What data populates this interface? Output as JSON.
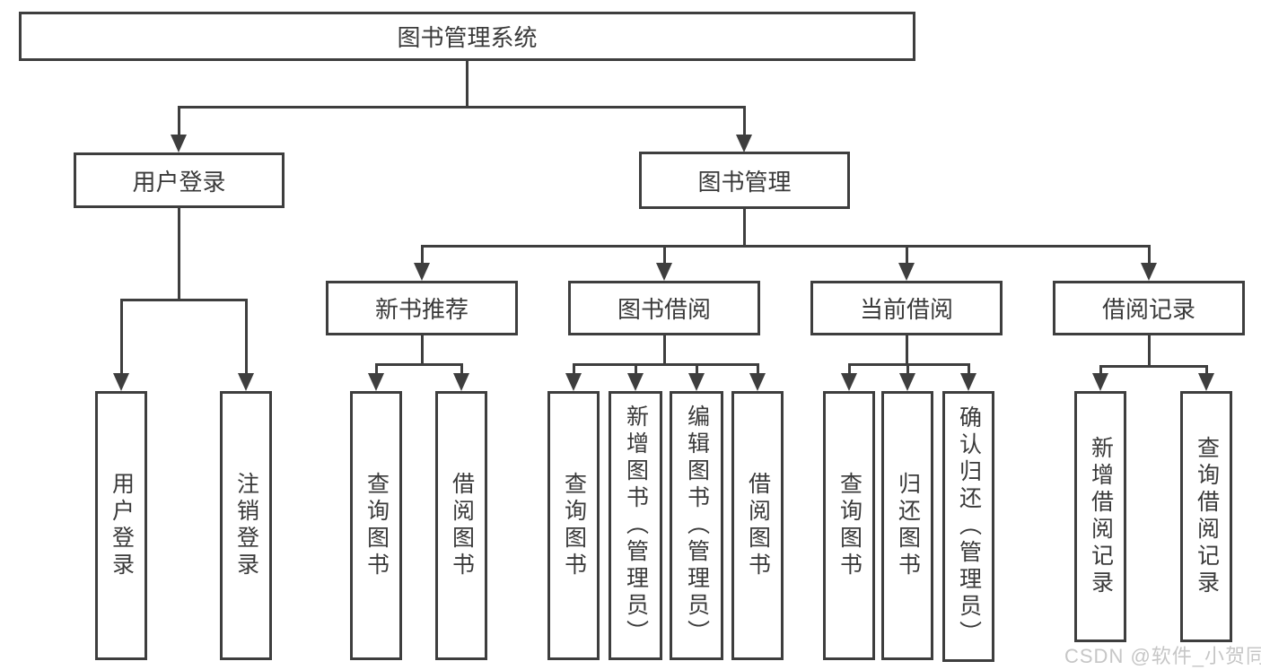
{
  "colors": {
    "line": "#3e3e3e",
    "box_border": "#3e3e3e",
    "text": "#3a3a3a",
    "watermark": "#c6c6c6",
    "background": "#ffffff"
  },
  "diagram": {
    "title": "图书管理系统",
    "watermark": "CSDN @软件_小贺同学",
    "branches": [
      {
        "label": "用户登录",
        "children": [
          "用户登录",
          "注销登录"
        ]
      },
      {
        "label": "图书管理",
        "children": [
          {
            "label": "新书推荐",
            "children": [
              "查询图书",
              "借阅图书"
            ]
          },
          {
            "label": "图书借阅",
            "children": [
              "查询图书",
              "新增图书（管理员）",
              "编辑图书（管理员）",
              "借阅图书"
            ]
          },
          {
            "label": "当前借阅",
            "children": [
              "查询图书",
              "归还图书",
              "确认归还（管理员）"
            ]
          },
          {
            "label": "借阅记录",
            "children": [
              "新增借阅记录",
              "查询借阅记录"
            ]
          }
        ]
      }
    ]
  }
}
